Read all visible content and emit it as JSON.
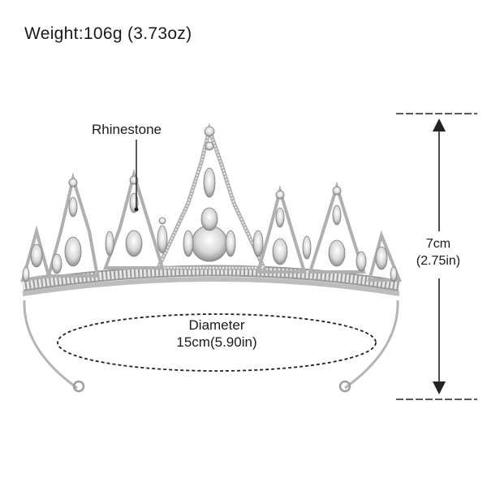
{
  "weight": "Weight:106g (3.73oz)",
  "callout": {
    "label": "Rhinestone"
  },
  "diameter": {
    "label": "Diameter",
    "value": "15cm(5.90in)"
  },
  "height": {
    "value_cm": "7cm",
    "value_in": "(2.75in)"
  },
  "colors": {
    "text": "#1a1a1a",
    "metal": "#c9c9c9",
    "line": "#222222"
  },
  "icons": [
    "tiara-image",
    "arrow-up-icon",
    "arrow-down-icon"
  ]
}
